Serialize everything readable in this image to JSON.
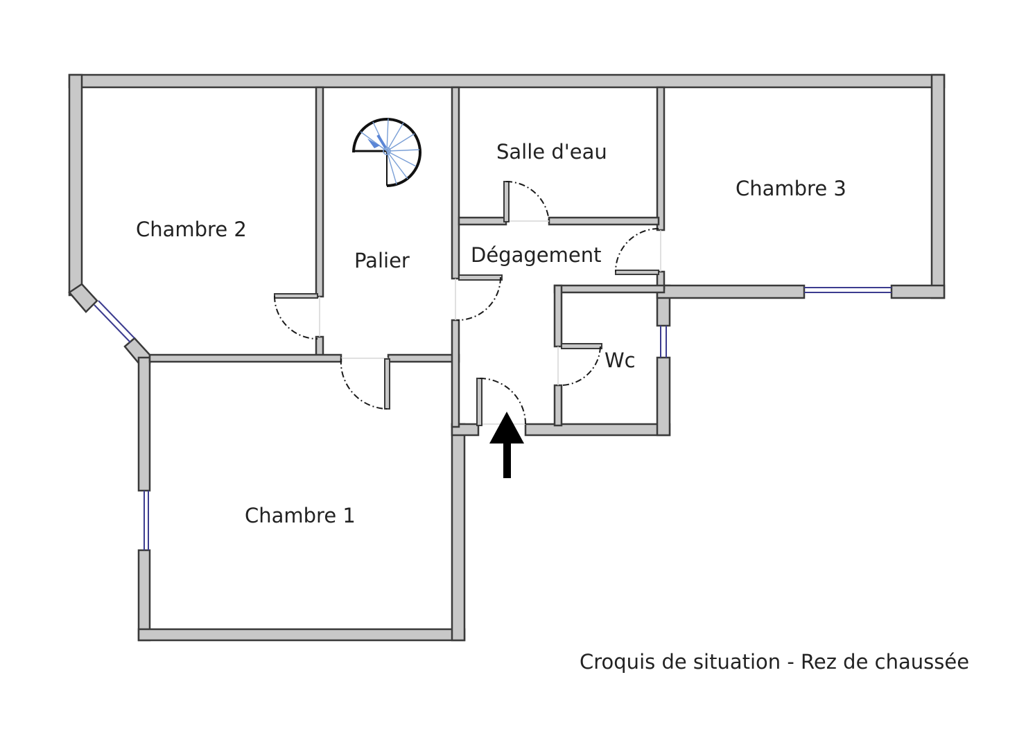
{
  "plan": {
    "rooms": {
      "chambre2": "Chambre 2",
      "palier": "Palier",
      "salle_deau": "Salle d'eau",
      "chambre3": "Chambre 3",
      "degagement": "Dégagement",
      "wc": "Wc",
      "chambre1": "Chambre 1"
    },
    "caption": "Croquis de situation - Rez de chaussée",
    "colors": {
      "wall_fill": "#c8c8c8",
      "wall_outline": "#3a3a3a",
      "window": "#3b3b8f",
      "stair": "#7a9fd6",
      "entry_arrow": "#000000"
    },
    "icons": {
      "stair": "spiral-staircase-icon",
      "entry": "entry-arrow-icon"
    }
  }
}
